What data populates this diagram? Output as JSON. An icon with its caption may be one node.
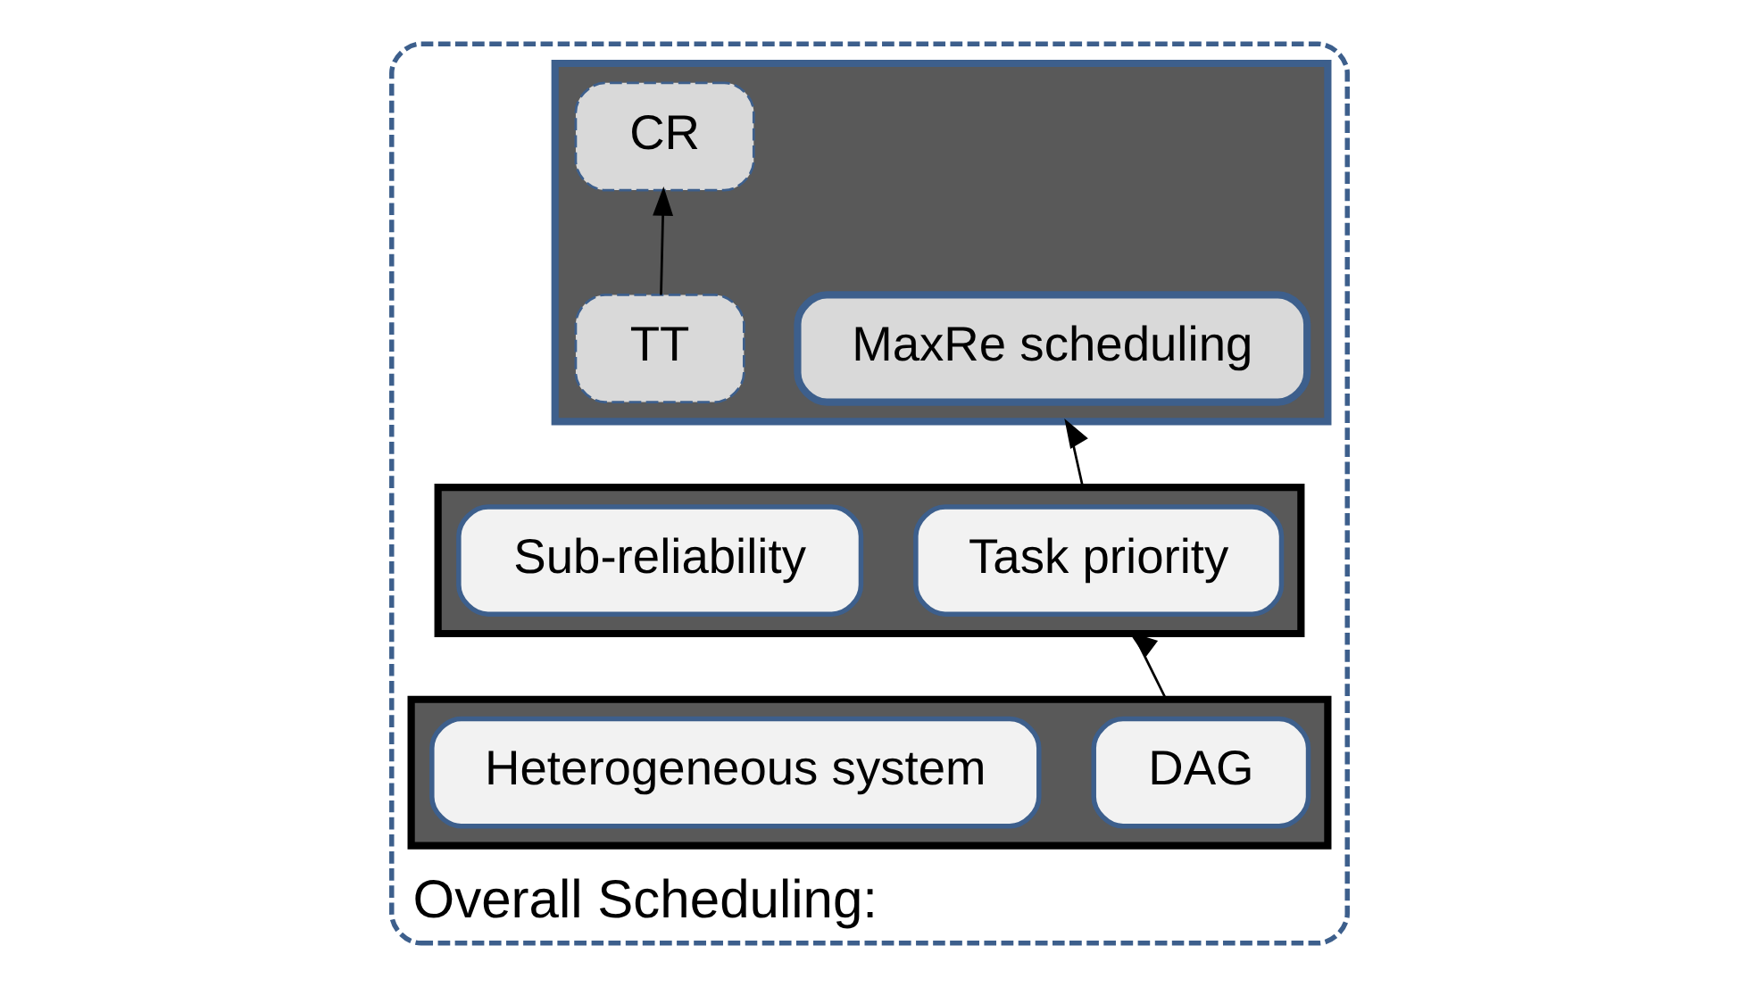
{
  "diagram": {
    "nodes": [
      {
        "text": [
          "Overall Scheduling:"
        ]
      },
      {
        "text": [],
        "shape": "box",
        "in": 0
      },
      {
        "text": [
          "MaxRe scheduling"
        ],
        "in": 1
      },
      {
        "text": [
          "CR"
        ],
        "in": 1
      },
      {
        "text": [
          "TT"
        ],
        "in": 1
      },
      {
        "text": [],
        "shape": "box",
        "in": 0
      },
      {
        "text": [
          "Task priority"
        ],
        "in": 5
      },
      {
        "text": [
          "Sub-reliability"
        ],
        "in": 5
      },
      {
        "text": [],
        "shape": "box",
        "in": 0
      },
      {
        "text": [
          "DAG"
        ],
        "in": 8
      },
      {
        "text": [
          "Heterogeneous system"
        ],
        "in": 8
      }
    ],
    "edges": [
      {
        "from": 4,
        "to": 3,
        "arrow": "to"
      },
      {
        "from": 8,
        "to": 5,
        "arrow": "to"
      },
      {
        "from": 5,
        "to": 1,
        "arrow": "to"
      }
    ]
  }
}
